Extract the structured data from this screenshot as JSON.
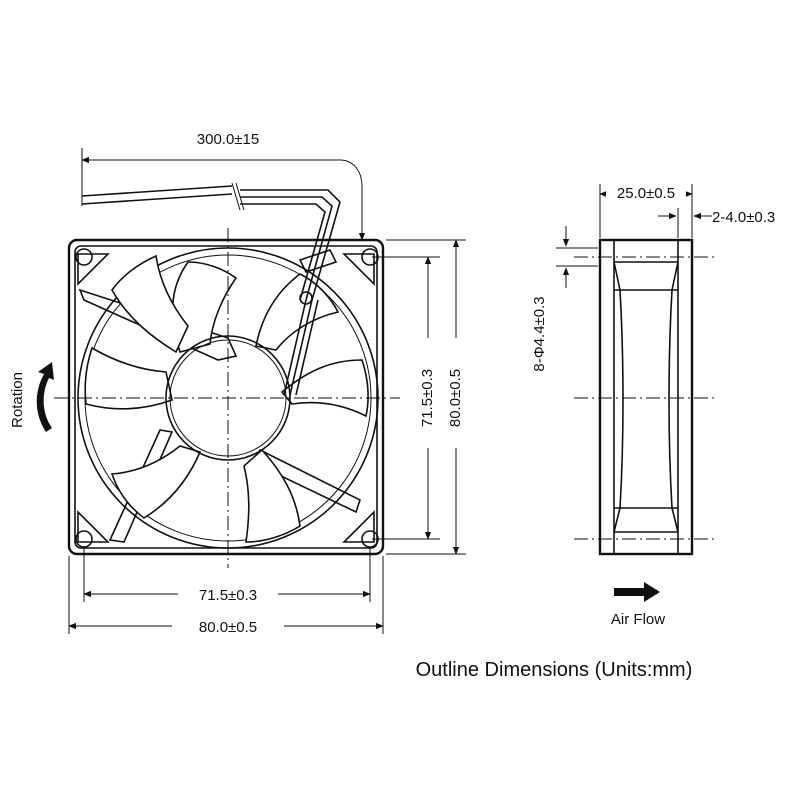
{
  "front_view": {
    "lead_length": "300.0±15",
    "hole_pitch_vertical": "71.5±0.3",
    "size_vertical": "80.0±0.5",
    "hole_pitch_horizontal": "71.5±0.3",
    "size_horizontal": "80.0±0.5",
    "rotation_label": "Rotation"
  },
  "side_view": {
    "thickness": "25.0±0.5",
    "flange": "2-4.0±0.3",
    "hole_spec": "8-Φ4.4±0.3",
    "airflow_label": "Air Flow"
  },
  "caption": "Outline Dimensions (Units:mm)"
}
